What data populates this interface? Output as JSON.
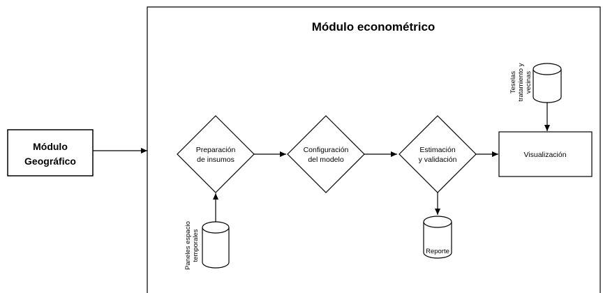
{
  "module_title": "Módulo econométrico",
  "geo_module": {
    "line1": "Módulo",
    "line2": "Geográfico"
  },
  "steps": {
    "prep": {
      "line1": "Preparación",
      "line2": "de insumos"
    },
    "config": {
      "line1": "Configuración",
      "line2": "del modelo"
    },
    "estim": {
      "line1": "Estimación",
      "line2": "y validación"
    },
    "visual": "Visualización"
  },
  "datastores": {
    "panels": {
      "line1": "Paneles espacio",
      "line2": "temporales"
    },
    "report": "Reporte",
    "tiles": {
      "line1": "Teselas",
      "line2": "tratamiento y",
      "line3": "vecinas"
    }
  }
}
